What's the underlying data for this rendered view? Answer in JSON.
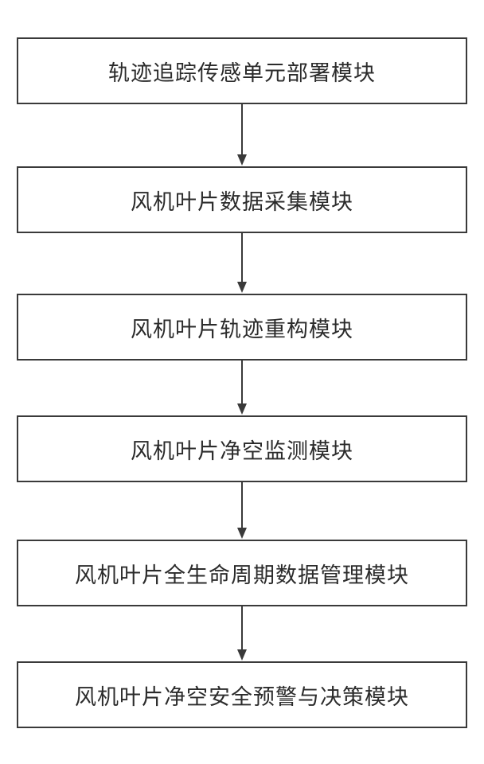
{
  "diagram": {
    "steps": [
      {
        "label": "轨迹追踪传感单元部署模块"
      },
      {
        "label": "风机叶片数据采集模块"
      },
      {
        "label": "风机叶片轨迹重构模块"
      },
      {
        "label": "风机叶片净空监测模块"
      },
      {
        "label": "风机叶片全生命周期数据管理模块"
      },
      {
        "label": "风机叶片净空安全预警与决策模块"
      }
    ],
    "colors": {
      "stroke": "#3a3a3a",
      "text": "#2b2b2b",
      "background": "#ffffff"
    }
  }
}
